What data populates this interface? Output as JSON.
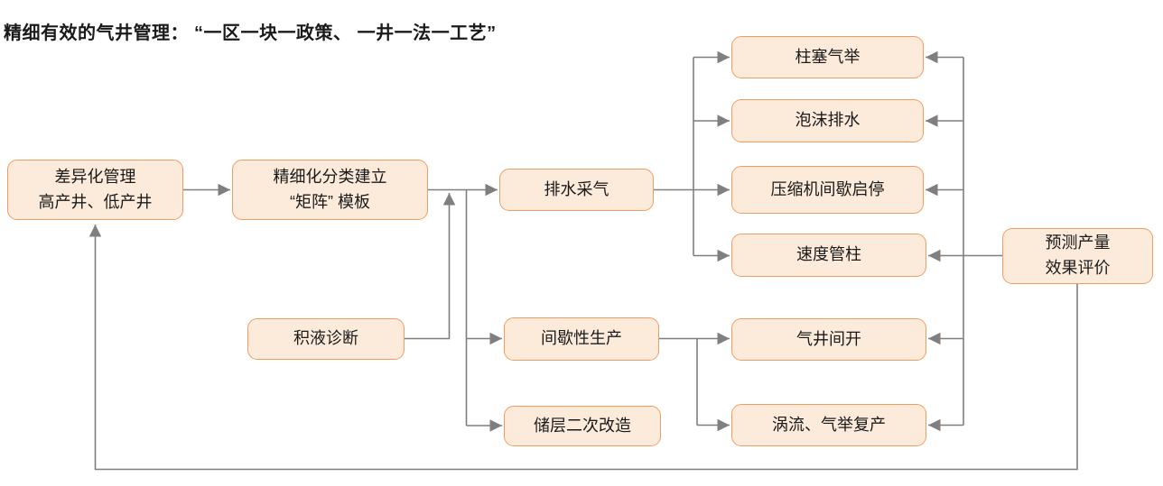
{
  "title": "精细有效的气井管理： “一区一块一政策、 一井一法一工艺”",
  "colors": {
    "box_fill": "#fcebdb",
    "box_border": "#f09d64",
    "line": "#7f7f7f",
    "text": "#1a1a1a",
    "bg": "#ffffff"
  },
  "nodes": {
    "differential_management": {
      "line1": "差异化管理",
      "line2": "高产井、低产井"
    },
    "matrix_template": {
      "line1": "精细化分类建立",
      "line2": "“矩阵” 模板"
    },
    "liquid_diagnosis": {
      "label": "积液诊断"
    },
    "drainage_gas_recovery": {
      "label": "排水采气"
    },
    "intermittent_production": {
      "label": "间歇性生产"
    },
    "reservoir_restimulation": {
      "label": "储层二次改造"
    },
    "plunger_lift": {
      "label": "柱塞气举"
    },
    "foam_drainage": {
      "label": "泡沫排水"
    },
    "compressor_intermittent_startstop": {
      "label": "压缩机间歇启停"
    },
    "velocity_string": {
      "label": "速度管柱"
    },
    "gas_well_intermittent_opening": {
      "label": "气井间开"
    },
    "vortex_gas_lift_resumption": {
      "label": "涡流、气举复产"
    },
    "prediction_evaluation": {
      "line1": "预测产量",
      "line2": "效果评价"
    }
  }
}
